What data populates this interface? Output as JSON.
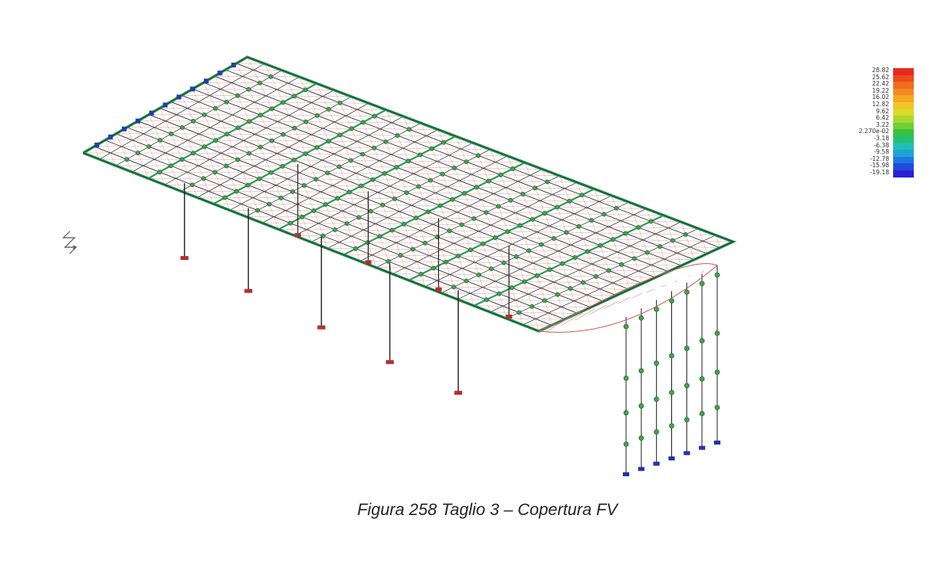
{
  "caption": "Figura 258 Taglio 3 – Copertura FV",
  "legend": {
    "values": [
      "28.82",
      "25.62",
      "22.42",
      "19.22",
      "16.02",
      "12.82",
      "9.62",
      "6.42",
      "3.22",
      "2.270e-02",
      "-3.18",
      "-6.38",
      "-9.58",
      "-12.78",
      "-15.98",
      "-19.18"
    ],
    "colors": [
      "#e8291e",
      "#ee4a1e",
      "#f26b1f",
      "#f58a22",
      "#f5a823",
      "#f2c526",
      "#d8dc2a",
      "#a8d82e",
      "#6fcf35",
      "#38c13c",
      "#22c07a",
      "#20bfb4",
      "#1fa3d6",
      "#2076df",
      "#2449dc",
      "#2a20d6"
    ]
  },
  "icons": {
    "axis": "axis-triad-icon"
  }
}
